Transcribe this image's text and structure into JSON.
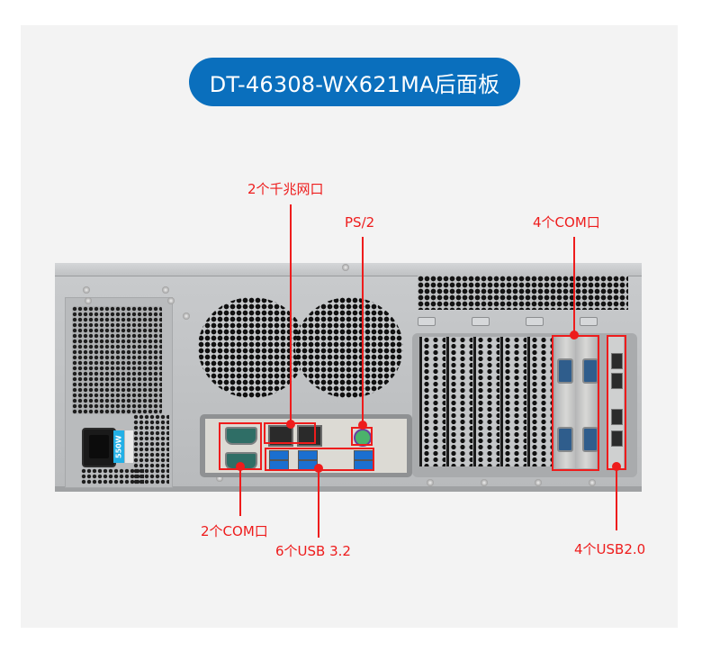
{
  "header": {
    "title": "DT-46308-WX621MA后面板",
    "pill_color": "#0a6fbd"
  },
  "image": {
    "subject": "industrial-pc-rear-panel",
    "psu_wattage": "550W"
  },
  "annotations": {
    "color": "#ee1c1c",
    "top": [
      {
        "id": "lan",
        "label": "2个千兆网口"
      },
      {
        "id": "ps2",
        "label": "PS/2"
      },
      {
        "id": "com4",
        "label": "4个COM口"
      }
    ],
    "bottom": [
      {
        "id": "com2",
        "label": "2个COM口"
      },
      {
        "id": "usb32",
        "label": "6个USB 3.2"
      },
      {
        "id": "usb20",
        "label": "4个USB2.0"
      }
    ]
  }
}
